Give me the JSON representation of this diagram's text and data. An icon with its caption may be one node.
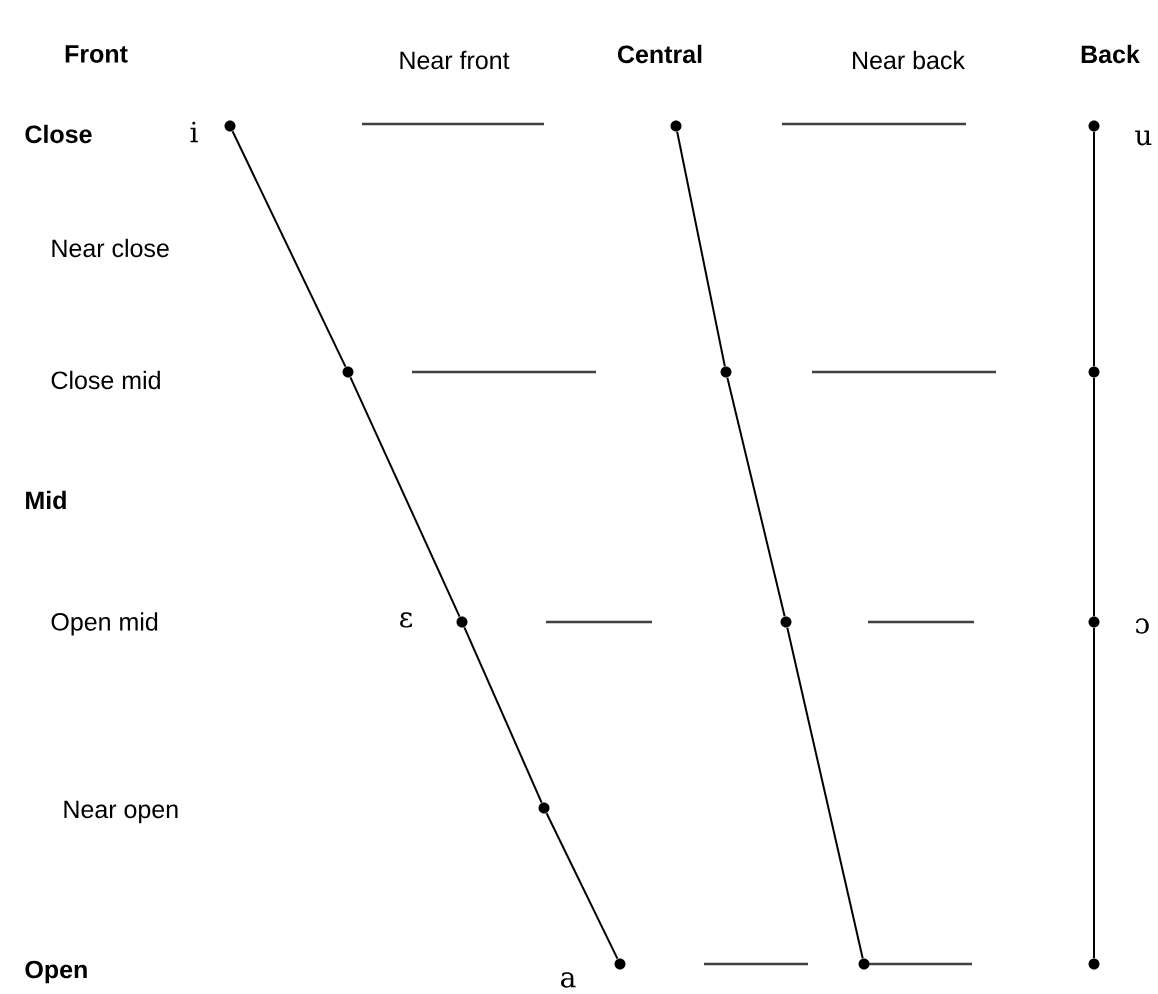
{
  "diagram": {
    "nodes": [
      {
        "text": [],
        "shape": "circle"
      },
      {
        "text": [],
        "shape": "circle"
      },
      {
        "text": [],
        "shape": "circle"
      },
      {
        "text": [],
        "shape": "circle"
      },
      {
        "text": [],
        "shape": "circle"
      },
      {
        "text": [],
        "shape": "circle"
      },
      {
        "text": [],
        "shape": "circle"
      },
      {
        "text": [],
        "shape": "circle"
      },
      {
        "text": [],
        "shape": "circle"
      },
      {
        "text": [],
        "shape": "circle"
      },
      {
        "text": [],
        "shape": "circle"
      },
      {
        "text": [],
        "shape": "circle"
      },
      {
        "text": [],
        "shape": "circle"
      }
    ],
    "edges": [
      {
        "from": 0,
        "to": 3,
        "arrow": "none"
      },
      {
        "from": 3,
        "to": 6,
        "arrow": "none"
      },
      {
        "from": 6,
        "to": 9,
        "arrow": "none"
      },
      {
        "from": 9,
        "to": 10,
        "arrow": "none"
      },
      {
        "from": 1,
        "to": 4,
        "arrow": "none"
      },
      {
        "from": 4,
        "to": 7,
        "arrow": "none"
      },
      {
        "from": 7,
        "to": 11,
        "arrow": "none"
      },
      {
        "from": 2,
        "to": 5,
        "arrow": "none"
      },
      {
        "from": 5,
        "to": 8,
        "arrow": "none"
      },
      {
        "from": 8,
        "to": 12,
        "arrow": "none"
      }
    ],
    "labels": [
      "Front",
      "Near front",
      "Central",
      "Near back",
      "Back",
      "Close",
      "i",
      "u",
      "Near close",
      "Close mid",
      "Mid",
      "Open mid",
      "ɛ",
      "ɔ",
      "Near open",
      "Open",
      "a"
    ]
  }
}
